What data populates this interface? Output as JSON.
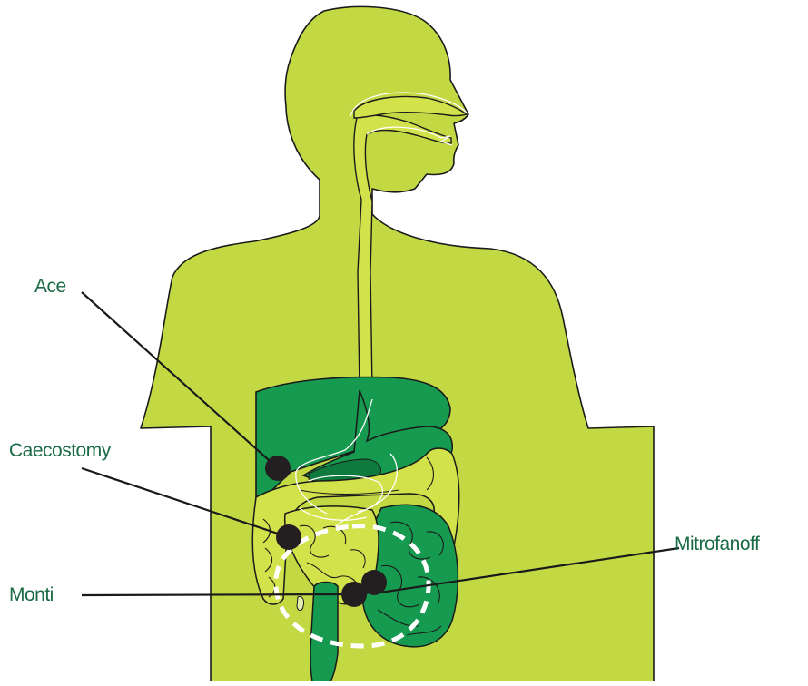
{
  "diagram": {
    "colors": {
      "body": "#c3d944",
      "organ_dark": "#169a4f",
      "intestine_light": "#d1e24b",
      "stoma_dot": "#231f20",
      "label_text": "#1a6b45",
      "outline": "#1a1a1a",
      "highlight_line": "#ffffff"
    },
    "labels": {
      "ace": "Ace",
      "caecostomy": "Caecostomy",
      "monti": "Monti",
      "mitrofanoff": "Mitrofanoff"
    }
  }
}
